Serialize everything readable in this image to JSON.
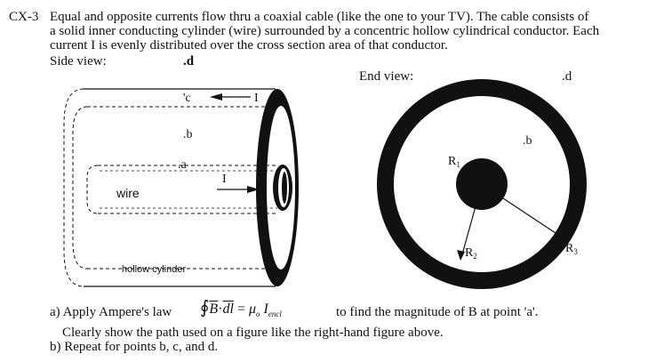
{
  "problem": {
    "id": "CX-3",
    "line1": "Equal and opposite currents flow thru a coaxial cable (like the one to your TV).  The cable consists of",
    "line2": "a solid inner conducting cylinder (wire) surrounded by a concentric hollow cylindrical conductor.  Each",
    "line3": "current I is evenly distributed over the cross section area of that conductor."
  },
  "side_view": {
    "heading": "Side view:",
    "point_d": ".d",
    "point_c": "'c",
    "point_b": ".b",
    "point_a": ".a",
    "current_top": "I",
    "current_mid": "I",
    "wire_label": "wire",
    "outer_label": "hollow cylinder"
  },
  "end_view": {
    "heading": "End view:",
    "point_d": ".d",
    "point_b": ".b",
    "r1": "R",
    "r1_sub": "1",
    "r2": "R",
    "r2_sub": "2",
    "r3": "R",
    "r3_sub": "3"
  },
  "questions": {
    "a_prefix": "a) Apply Ampere's law",
    "a_suffix": "to find the magnitude of B at point 'a'.",
    "a_line2": "Clearly show the path used on a figure like the right-hand figure above.",
    "b": "b) Repeat for points b, c, and d."
  },
  "formula": {
    "B": "B",
    "dl": "dl",
    "equals": "=",
    "mu": "μ",
    "mu_sub": "o",
    "I": "I",
    "I_sub": "encl"
  }
}
